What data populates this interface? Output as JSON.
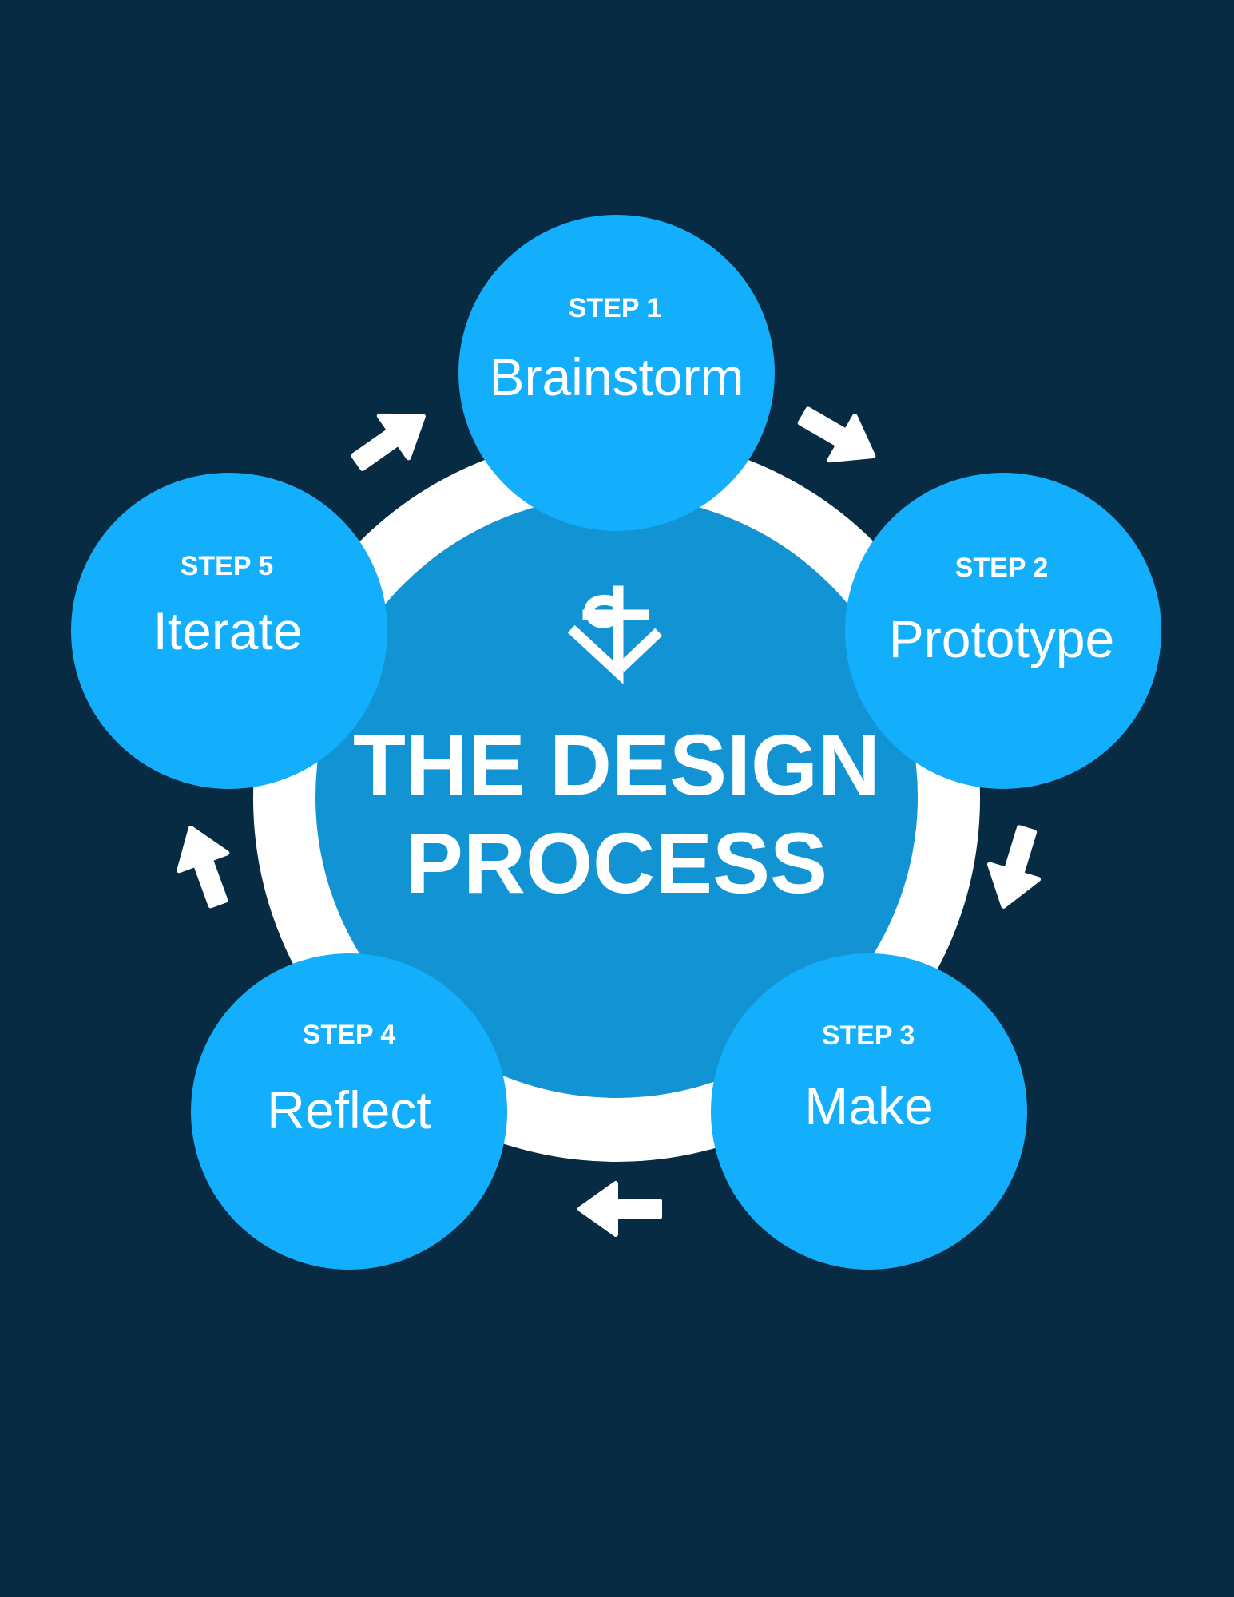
{
  "center": {
    "title_line1": "THE DESIGN",
    "title_line2": "PROCESS",
    "logo_icon": "anchor-logo-icon"
  },
  "steps": [
    {
      "label": "STEP 1",
      "name": "Brainstorm"
    },
    {
      "label": "STEP 2",
      "name": "Prototype"
    },
    {
      "label": "STEP 3",
      "name": "Make"
    },
    {
      "label": "STEP 4",
      "name": "Reflect"
    },
    {
      "label": "STEP 5",
      "name": "Iterate"
    }
  ],
  "arrows": [
    "arrow-right-icon",
    "arrow-down-icon",
    "arrow-left-icon",
    "arrow-up-icon",
    "arrow-up-right-icon"
  ],
  "colors": {
    "background": "#062b43",
    "ring": "#ffffff",
    "center_fill": "#1193d4",
    "step_fill": "#13aefc",
    "text": "#ffffff",
    "arrow": "#ffffff"
  }
}
